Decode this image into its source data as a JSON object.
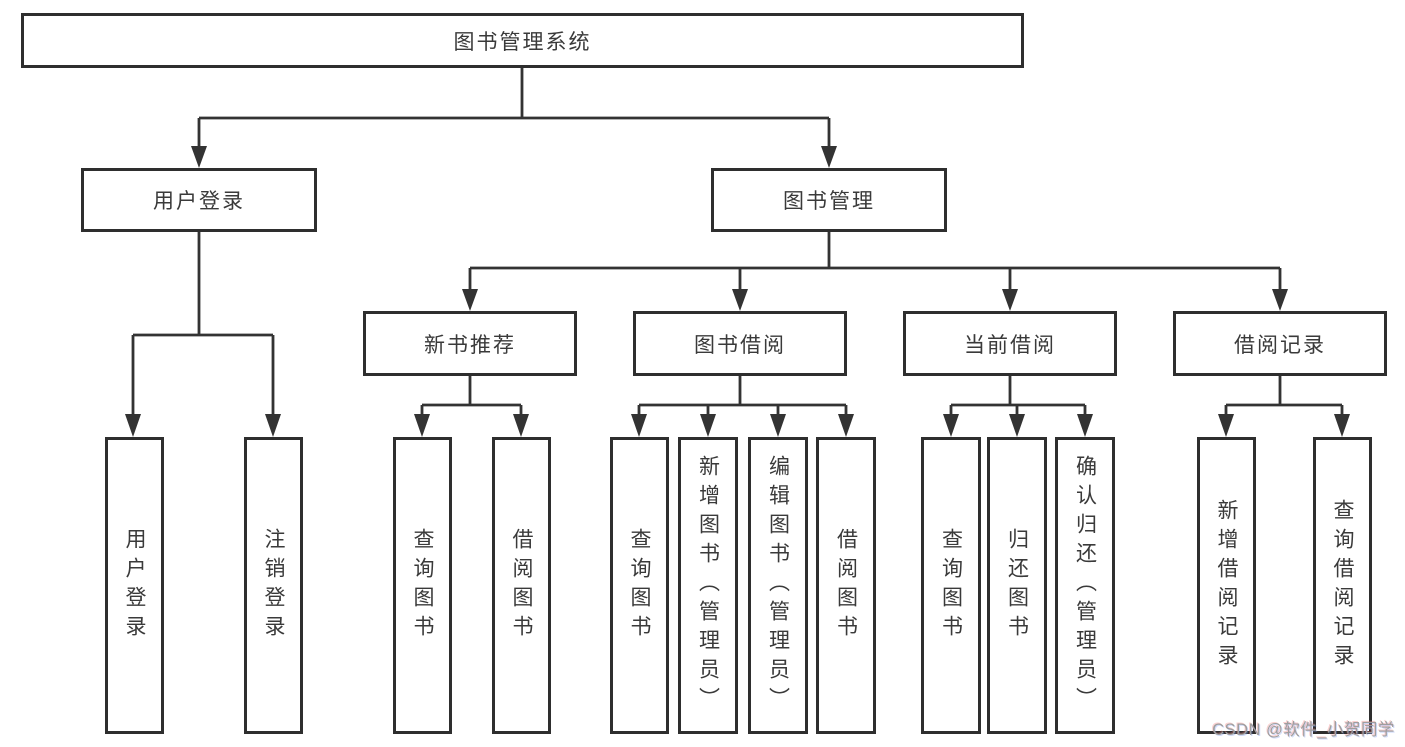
{
  "diagram": {
    "title": "图书管理系统",
    "root": {
      "label": "图书管理系统"
    },
    "level2": [
      {
        "label": "用户登录"
      },
      {
        "label": "图书管理"
      }
    ],
    "level3": [
      {
        "label": "新书推荐"
      },
      {
        "label": "图书借阅"
      },
      {
        "label": "当前借阅"
      },
      {
        "label": "借阅记录"
      }
    ],
    "leaves": {
      "login": [
        {
          "label": "用户登录"
        },
        {
          "label": "注销登录"
        }
      ],
      "recommend": [
        {
          "label": "查询图书"
        },
        {
          "label": "借阅图书"
        }
      ],
      "borrow": [
        {
          "label": "查询图书"
        },
        {
          "label": "新增图书（管理员）"
        },
        {
          "label": "编辑图书（管理员）"
        },
        {
          "label": "借阅图书"
        }
      ],
      "current": [
        {
          "label": "查询图书"
        },
        {
          "label": "归还图书"
        },
        {
          "label": "确认归还（管理员）"
        }
      ],
      "records": [
        {
          "label": "新增借阅记录"
        },
        {
          "label": "查询借阅记录"
        }
      ]
    },
    "watermark": "CSDN @软件_小贺同学",
    "colors": {
      "line": "#333333",
      "border": "#2e2e2e",
      "text": "#3a3a3a",
      "watermark": "#9e9e9e",
      "box_bg": "#ffffff"
    }
  }
}
